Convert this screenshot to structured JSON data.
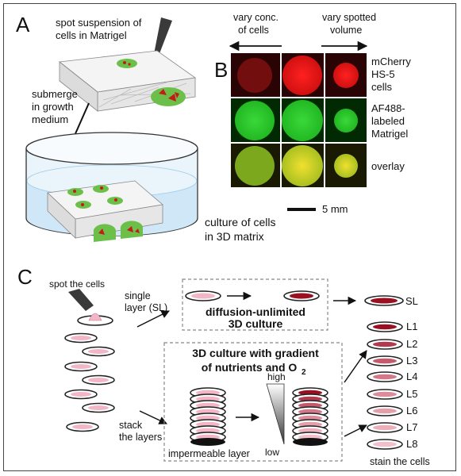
{
  "panel_a": {
    "letter": "A",
    "spot_label_line1": "spot suspension of",
    "spot_label_line2": "cells in Matrigel",
    "submerge_line1": "submerge",
    "submerge_line2": "in growth",
    "submerge_line3": "medium",
    "culture_line1": "culture of cells",
    "culture_line2": "in 3D matrix"
  },
  "panel_b": {
    "letter": "B",
    "vary_conc_line1": "vary conc.",
    "vary_conc_line2": "of cells",
    "vary_vol_line1": "vary spotted",
    "vary_vol_line2": "volume",
    "row_labels": [
      [
        "mCherry",
        "HS-5",
        "cells"
      ],
      [
        "AF488-",
        "labeled",
        "Matrigel"
      ],
      [
        "overlay"
      ]
    ],
    "scale_label": "5 mm"
  },
  "panel_c": {
    "letter": "C",
    "spot_cells": "spot the cells",
    "single_layer_line1": "single",
    "single_layer_line2": "layer (SL)",
    "diffusion_line1": "diffusion-unlimited",
    "diffusion_line2": "3D culture",
    "gradient_line1": "3D culture with gradient",
    "gradient_line2": "of nutrients and O",
    "gradient_sub": "2",
    "high": "high",
    "low": "low",
    "impermeable": "impermeable layer",
    "stack_line1": "stack",
    "stack_line2": "the layers",
    "stain": "stain the cells",
    "sl": "SL",
    "layers": [
      "L1",
      "L2",
      "L3",
      "L4",
      "L5",
      "L6",
      "L7",
      "L8"
    ]
  },
  "colors": {
    "red_spot": "#c41a1a",
    "green_gel": "#6cc04a",
    "pink_disc": "#f2b6c6",
    "dark_red_disc": "#9b1020",
    "water": "#d6ecf8"
  }
}
